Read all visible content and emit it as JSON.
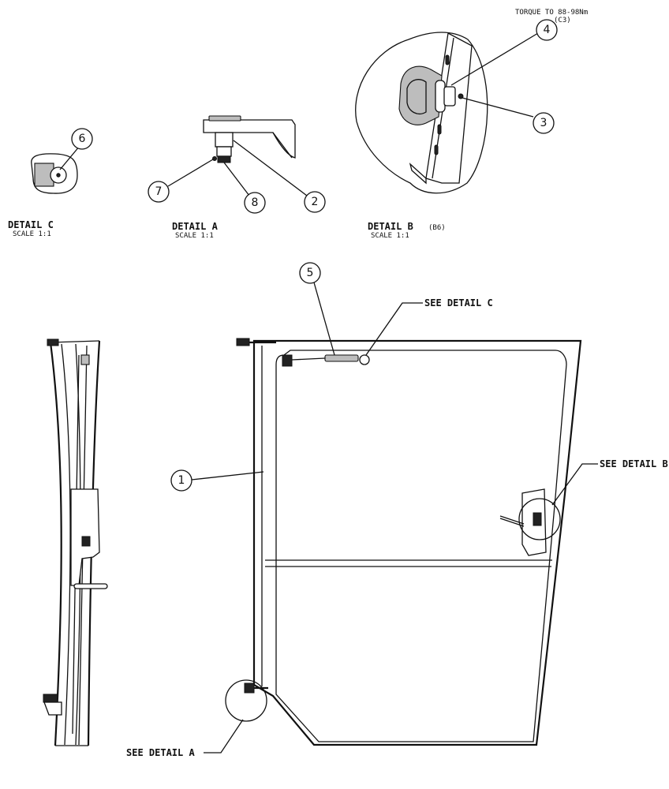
{
  "callouts": {
    "c1": "1",
    "c2": "2",
    "c3": "3",
    "c4": "4",
    "c5": "5",
    "c6": "6",
    "c7": "7",
    "c8": "8"
  },
  "details": {
    "c_title": "DETAIL  C",
    "c_scale": "SCALE  1:1",
    "a_title": "DETAIL  A",
    "a_scale": "SCALE  1:1",
    "b_title": "DETAIL  B",
    "b_ref": "(B6)",
    "b_scale": "SCALE  1:1"
  },
  "notes": {
    "torque": "TORQUE TO 88-98Nm",
    "torque_ref": "(C3)",
    "see_a": "SEE DETAIL  A",
    "see_b": "SEE DETAIL  B",
    "see_c": "SEE DETAIL  C"
  },
  "colors": {
    "ink": "#111111",
    "background": "#ffffff",
    "shade": "#bdbdbd"
  }
}
